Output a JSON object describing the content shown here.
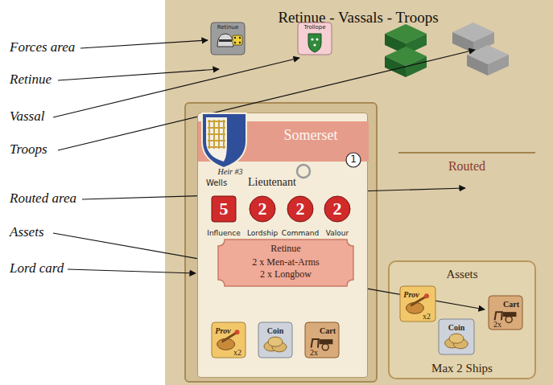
{
  "diagram": {
    "nodes": [
      {
        "text": [
          "Retinue - Vassals - Troops"
        ]
      },
      {
        "text": [
          "Retinue"
        ],
        "in": 0
      },
      {
        "text": [
          "Trollope"
        ],
        "in": 0
      },
      {
        "text": [
          "Wells",
          "Heir #3",
          "Lieutenant"
        ],
        "in": 0
      },
      {
        "text": [
          "Somerset",
          "1"
        ],
        "in": 3
      },
      {
        "text": [
          "5",
          "Influence"
        ],
        "in": 3
      },
      {
        "text": [
          "2",
          "Lordship"
        ],
        "in": 3
      },
      {
        "text": [
          "2",
          "Command"
        ],
        "in": 3
      },
      {
        "text": [
          "2",
          "Valour"
        ],
        "in": 3
      },
      {
        "text": [
          "Retinue",
          "2 x Men-at-Arms",
          "2 x Longbow"
        ],
        "in": 3
      },
      {
        "text": [
          "Prov",
          "x2"
        ],
        "in": 3
      },
      {
        "text": [
          "Coin"
        ],
        "in": 3
      },
      {
        "text": [
          "Cart",
          "2x"
        ],
        "in": 3
      },
      {
        "text": [
          "Assets",
          "Max 2 Ships"
        ],
        "in": 0
      },
      {
        "text": [
          "Prov",
          "x2"
        ],
        "in": 13
      },
      {
        "text": [
          "Cart",
          "2x"
        ],
        "in": 13
      },
      {
        "text": [
          "Coin"
        ],
        "in": 13
      }
    ],
    "labels": [
      "Forces area",
      "Retinue",
      "Vassal",
      "Troops",
      "Routed area",
      "Assets",
      "Lord card",
      "Routed"
    ]
  }
}
